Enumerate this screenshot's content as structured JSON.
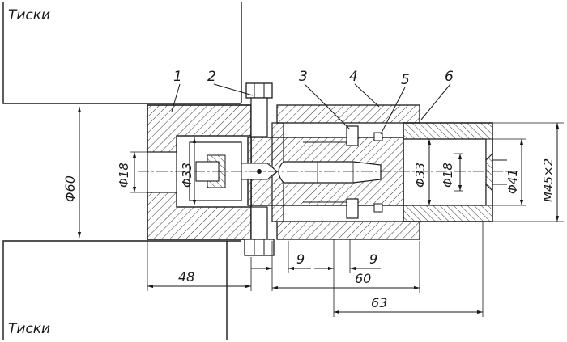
{
  "vise_labels": {
    "top": "Тиски",
    "bottom": "Тиски"
  },
  "part_numbers": [
    "1",
    "2",
    "3",
    "4",
    "5",
    "6"
  ],
  "dimensions": {
    "outer_dia_left": "Φ60",
    "bore_left_small": "Φ18",
    "bore_left_large": "Φ33",
    "bore_right_large": "Φ33",
    "bore_right_small": "Φ18",
    "outer_dia_right": "Φ41",
    "thread": "M45×2",
    "len_48": "48",
    "len_9_a": "9",
    "len_9_b": "9",
    "len_60": "60",
    "len_63": "63"
  }
}
